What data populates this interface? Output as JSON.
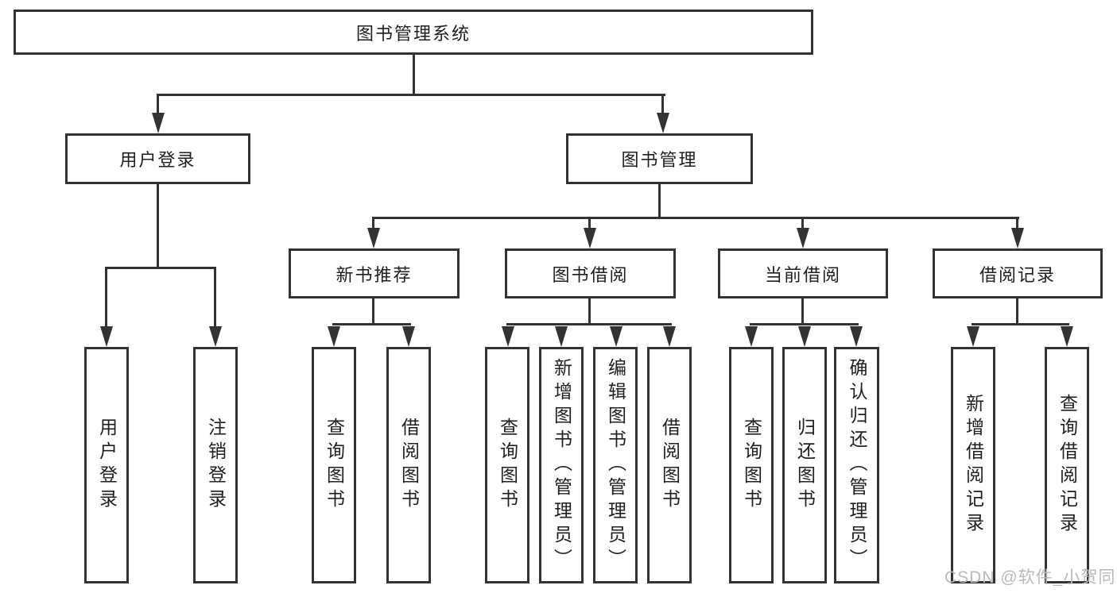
{
  "colors": {
    "line": "#333333",
    "text": "#1f1f1f",
    "background": "#ffffff",
    "watermark": "#bababa"
  },
  "watermark": "CSDN @软件_小贺同学",
  "tree": {
    "label": "图书管理系统",
    "children": [
      {
        "label": "用户登录",
        "children": [
          {
            "label": "用户登录"
          },
          {
            "label": "注销登录"
          }
        ]
      },
      {
        "label": "图书管理",
        "children": [
          {
            "label": "新书推荐",
            "children": [
              {
                "label": "查询图书"
              },
              {
                "label": "借阅图书"
              }
            ]
          },
          {
            "label": "图书借阅",
            "children": [
              {
                "label": "查询图书"
              },
              {
                "label": "新增图书（管理员）"
              },
              {
                "label": "编辑图书（管理员）"
              },
              {
                "label": "借阅图书"
              }
            ]
          },
          {
            "label": "当前借阅",
            "children": [
              {
                "label": "查询图书"
              },
              {
                "label": "归还图书"
              },
              {
                "label": "确认归还（管理员）"
              }
            ]
          },
          {
            "label": "借阅记录",
            "children": [
              {
                "label": "新增借阅记录"
              },
              {
                "label": "查询借阅记录"
              }
            ]
          }
        ]
      }
    ]
  }
}
